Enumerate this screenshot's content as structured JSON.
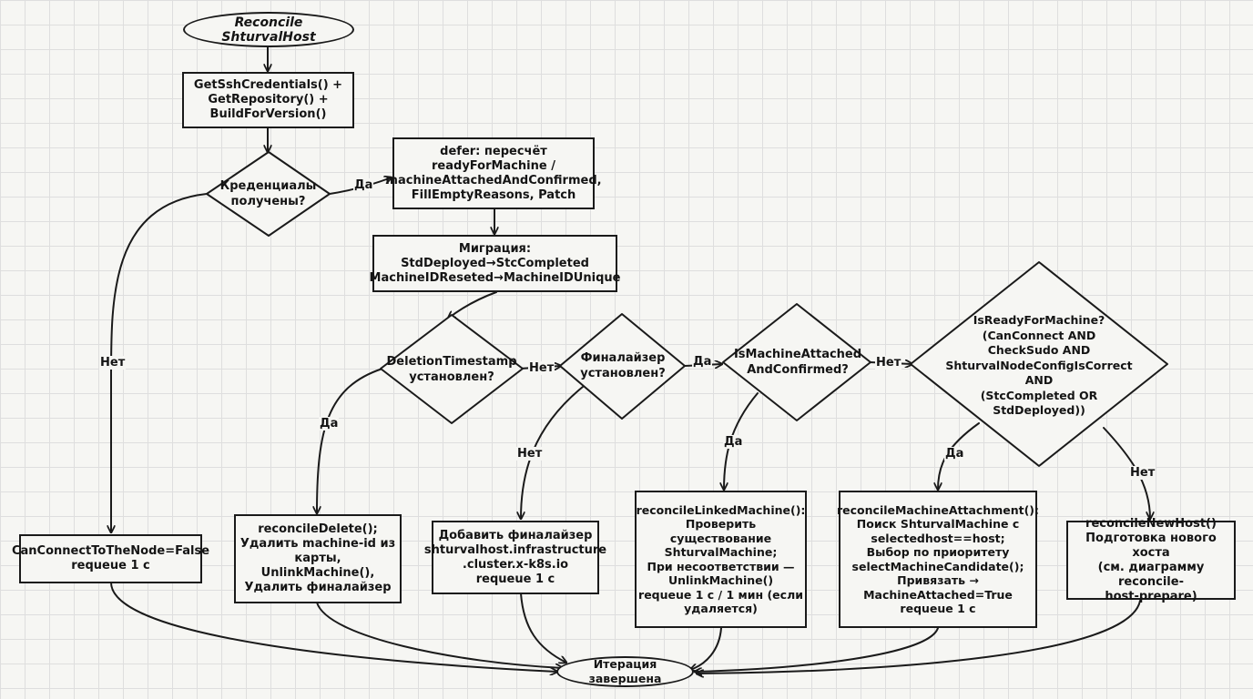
{
  "nodes": {
    "start": "Reconcile ShturvalHost",
    "get_creds": "GetSshCredentials() +\nGetRepository() +\nBuildForVersion()",
    "creds_ok": "Креденциалы\nполучены?",
    "defer": "defer: пересчёт\nreadyForMachine /\nmachineAttachedAndConfirmed,\nFillEmptyReasons, Patch",
    "migration": "Миграция:\nStdDeployed→StcCompleted\nMachineIDReseted→MachineIDUnique",
    "deletion_ts": "DeletionTimestamp\nустановлен?",
    "finalizer_set": "Финалайзер\nустановлен?",
    "is_attached": "IsMachineAttached\nAndConfirmed?",
    "is_ready": "IsReadyForMachine?\n(CanConnect AND\nCheckSudo AND\nShturvalNodeConfigIsCorrect\nAND\n(StcCompleted OR\nStdDeployed))",
    "cannot_connect": "CanConnectToTheNode=False\nrequeue 1 с",
    "reconcile_delete": "reconcileDelete();\nУдалить machine-id из\nкарты,\nUnlinkMachine(),\nУдалить финалайзер",
    "add_finalizer": "Добавить финалайзер\nshturvalhost.infrastructure\n.cluster.x-k8s.io\nrequeue 1 с",
    "linked_machine": "reconcileLinkedMachine():\nПроверить\nсуществование\nShturvalMachine;\nПри несоответствии —\nUnlinkMachine()\nrequeue 1 с / 1 мин (если\nудаляется)",
    "machine_attachment": "reconcileMachineAttachment():\nПоиск ShturvalMachine с\nselectedhost==host;\nВыбор по приоритету\nselectMachineCandidate();\nПривязать →\nMachineAttached=True\nrequeue 1 с",
    "new_host": "reconcileNewHost()\nПодготовка нового хоста\n(см. диаграмму reconcile-\nhost-prepare)",
    "end": "Итерация завершена"
  },
  "labels": {
    "yes": "Да",
    "no": "Нет"
  }
}
